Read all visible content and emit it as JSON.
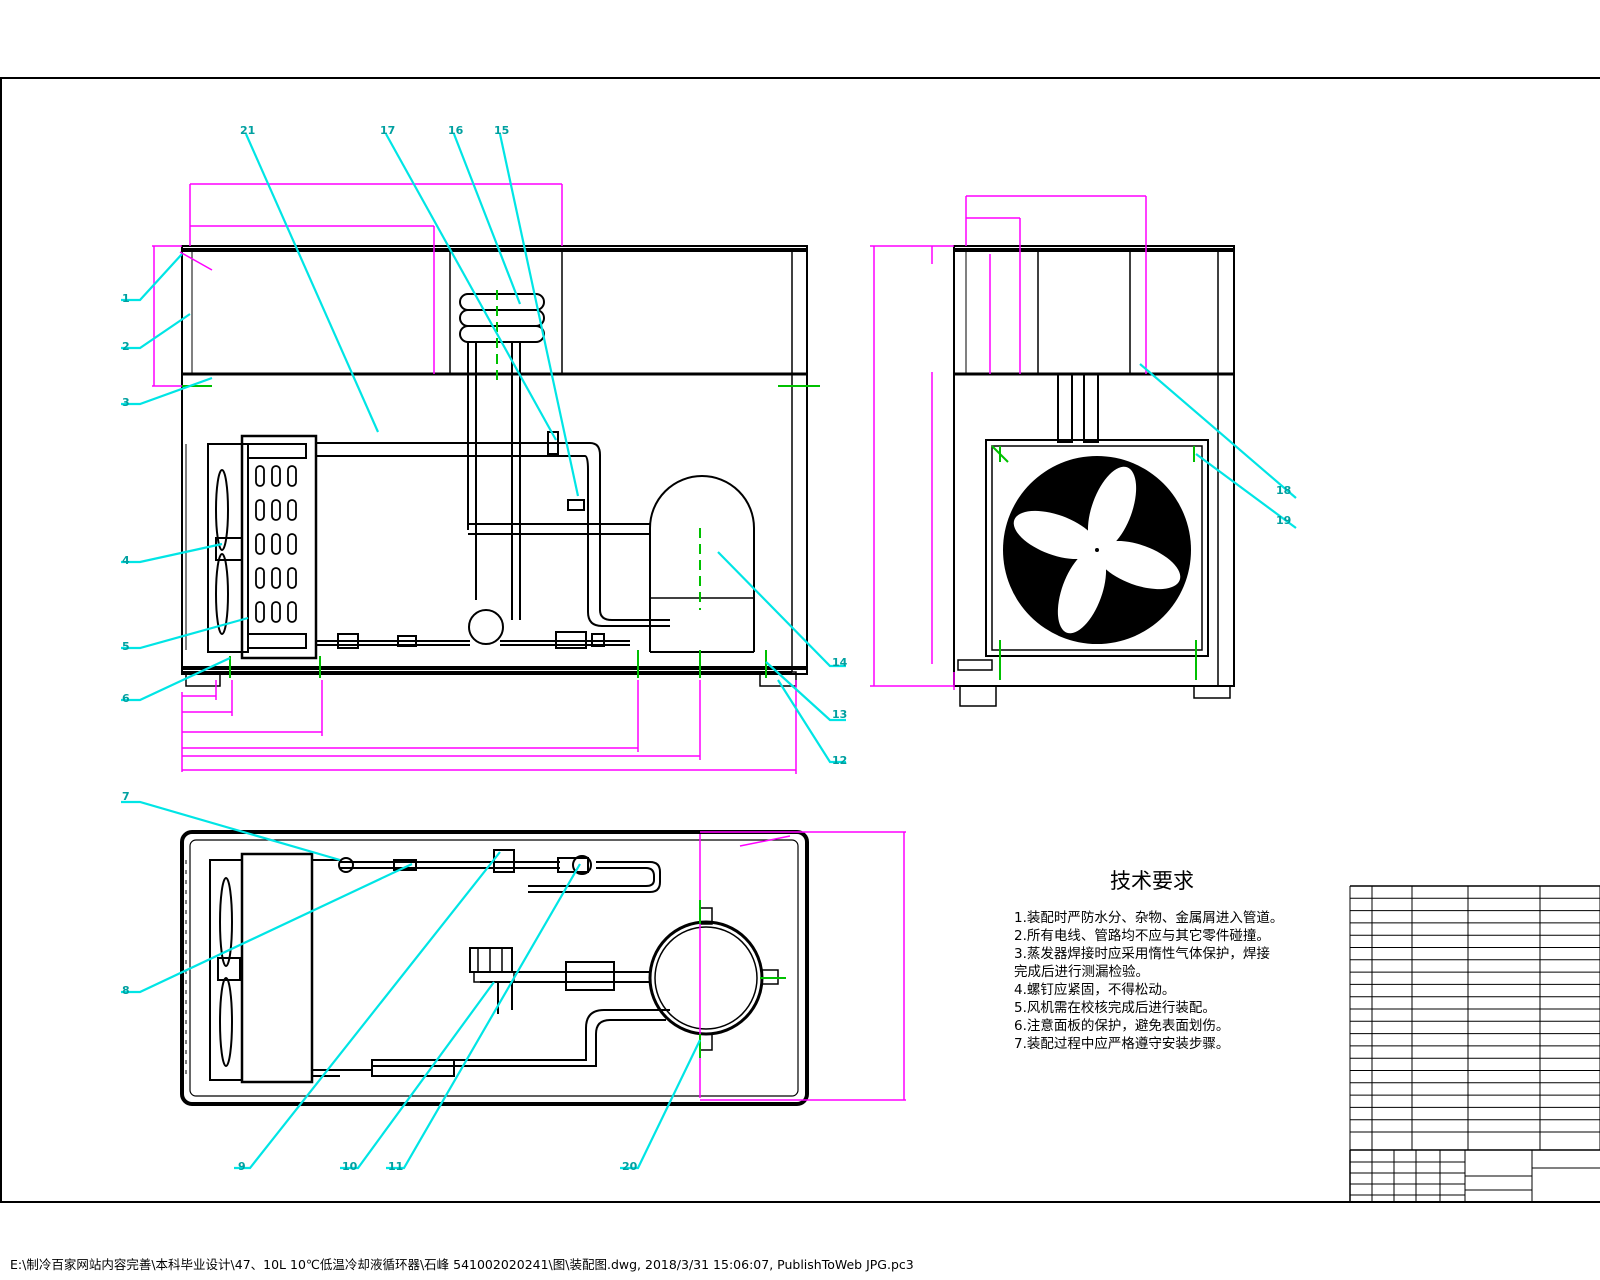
{
  "balloons": {
    "b1": "1",
    "b2": "2",
    "b3": "3",
    "b4": "4",
    "b5": "5",
    "b6": "6",
    "b7": "7",
    "b8": "8",
    "b9": "9",
    "b10": "10",
    "b11": "11",
    "b12": "12",
    "b13": "13",
    "b14": "14",
    "b15": "15",
    "b16": "16",
    "b17": "17",
    "b18": "18",
    "b19": "19",
    "b20": "20",
    "b21": "21"
  },
  "tech_requirements": {
    "title": "技术要求",
    "items": [
      "1.装配时严防水分、杂物、金属屑进入管道。",
      "2.所有电线、管路均不应与其它零件碰撞。",
      "3.蒸发器焊接时应采用惰性气体保护，焊接",
      "完成后进行测漏检验。",
      "4.螺钉应紧固，不得松动。",
      "5.风机需在校核完成后进行装配。",
      "6.注意面板的保护，避免表面划伤。",
      "7.装配过程中应严格遵守安装步骤。"
    ]
  },
  "footer": "E:\\制冷百家网站内容完善\\本科毕业设计\\47、10L 10℃低温冷却液循环器\\石峰 541002020241\\图\\装配图.dwg, 2018/3/31 15:06:07, PublishToWeb JPG.pc3",
  "colors": {
    "outline": "#000000",
    "dimension": "#ff00ff",
    "leader": "#00e5e5",
    "center": "#00c000"
  }
}
